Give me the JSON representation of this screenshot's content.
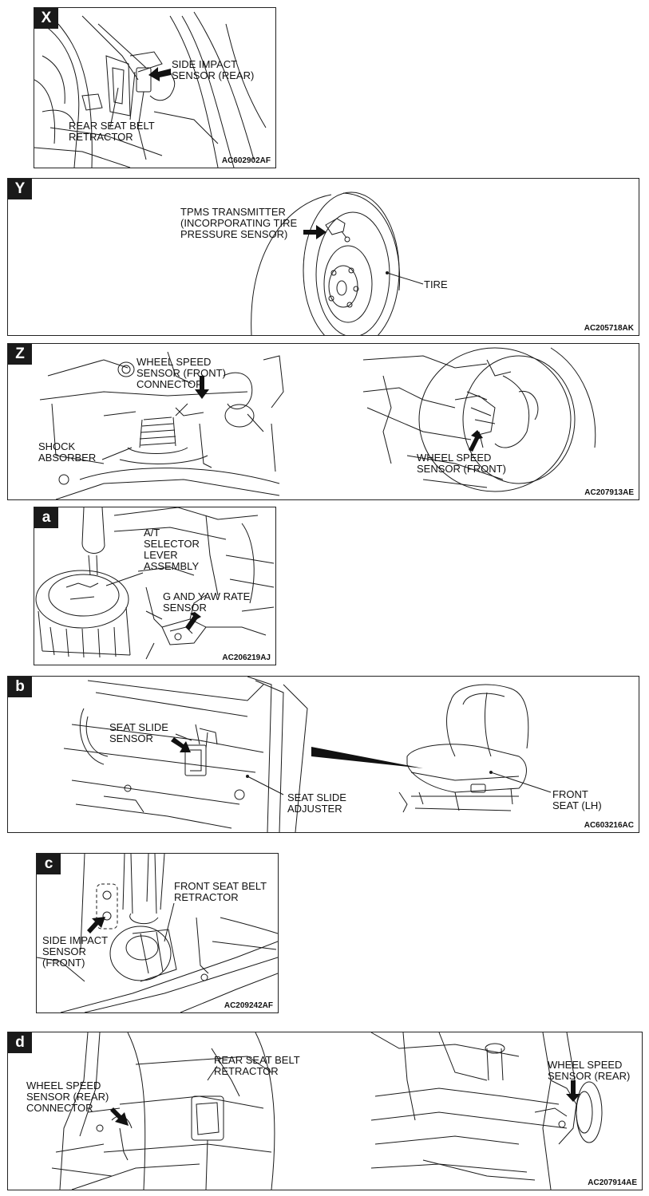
{
  "panels": [
    {
      "badge": "X",
      "code": "AC602902AF",
      "labels": [
        "SIDE IMPACT\nSENSOR (REAR)",
        "REAR SEAT BELT\nRETRACTOR"
      ]
    },
    {
      "badge": "Y",
      "code": "AC205718AK",
      "labels": [
        "TPMS TRANSMITTER\n(INCORPORATING TIRE\nPRESSURE SENSOR)",
        "TIRE"
      ]
    },
    {
      "badge": "Z",
      "code": "AC207913AE",
      "labels": [
        "WHEEL SPEED\nSENSOR (FRONT)\nCONNECTOR",
        "SHOCK\nABSORBER",
        "WHEEL SPEED\nSENSOR (FRONT)"
      ]
    },
    {
      "badge": "a",
      "code": "AC206219AJ",
      "labels": [
        "A/T\nSELECTOR\nLEVER\nASSEMBLY",
        "G AND YAW RATE\nSENSOR"
      ]
    },
    {
      "badge": "b",
      "code": "AC603216AC",
      "labels": [
        "SEAT SLIDE\nSENSOR",
        "SEAT SLIDE\nADJUSTER",
        "FRONT\nSEAT (LH)"
      ]
    },
    {
      "badge": "c",
      "code": "AC209242AF",
      "labels": [
        "FRONT SEAT BELT\nRETRACTOR",
        "SIDE IMPACT\nSENSOR\n(FRONT)"
      ]
    },
    {
      "badge": "d",
      "code": "AC207914AE",
      "labels": [
        "REAR SEAT BELT\nRETRACTOR",
        "WHEEL SPEED\nSENSOR (REAR)\nCONNECTOR",
        "WHEEL SPEED\nSENSOR (REAR)"
      ]
    }
  ],
  "colors": {
    "line": "#1a1a1a",
    "badge_bg": "#1a1a1a",
    "badge_fg": "#ffffff"
  },
  "icons": [
    "pointer-arrow-icon"
  ]
}
